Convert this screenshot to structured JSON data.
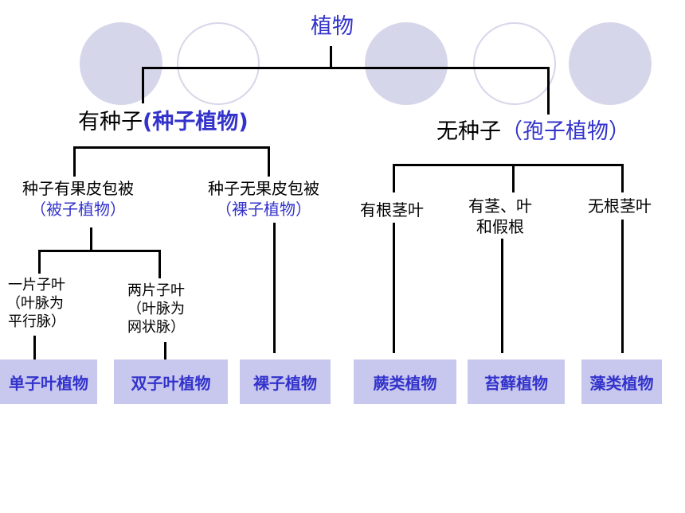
{
  "root": {
    "label": "植物"
  },
  "seed": {
    "label": "有种子",
    "sub": "(种子植物)",
    "angio": {
      "line1": "种子有果皮包被",
      "line2": "（被子植物）"
    },
    "gymno": {
      "line1": "种子无果皮包被",
      "line2": "（裸子植物）"
    },
    "mono": {
      "line1": "一片子叶",
      "line2": "（叶脉为",
      "line3": "平行脉）"
    },
    "dicot": {
      "line1": "两片子叶",
      "line2": "（叶脉为",
      "line3": "网状脉）"
    }
  },
  "spore": {
    "label": "无种子",
    "sub": "（孢子植物）",
    "fern_char": "有根茎叶",
    "moss_char": {
      "line1": "有茎、叶",
      "line2": "和假根"
    },
    "algae_char": "无根茎叶"
  },
  "boxes": [
    "单子叶植物",
    "双子叶植物",
    "裸子植物",
    "蕨类植物",
    "苔藓植物",
    "藻类植物"
  ],
  "colors": {
    "accent": "#3333cc",
    "box_fill": "#c8c8ee",
    "circle_fill": "#d6d6ea"
  }
}
